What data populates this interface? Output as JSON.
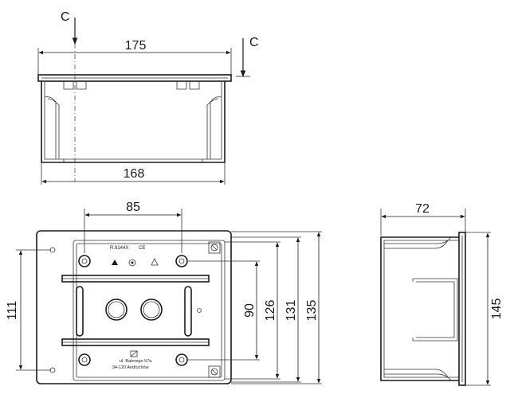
{
  "section_labels": {
    "left": "C",
    "right": "C"
  },
  "top_view": {
    "width_outer": "175",
    "width_inner": "168"
  },
  "front_view": {
    "pitch": "85",
    "height_left": "111",
    "height_90": "90",
    "height_126": "126",
    "height_131": "131",
    "height_135": "135",
    "product_code": "R.8144X",
    "ce_mark": "CE",
    "address_line1": "ul. Batorego 57a",
    "address_line2": "34-120 Andrychów"
  },
  "side_view": {
    "depth": "72",
    "height": "145"
  },
  "colors": {
    "line": "#1a1a1a",
    "background": "#ffffff"
  }
}
